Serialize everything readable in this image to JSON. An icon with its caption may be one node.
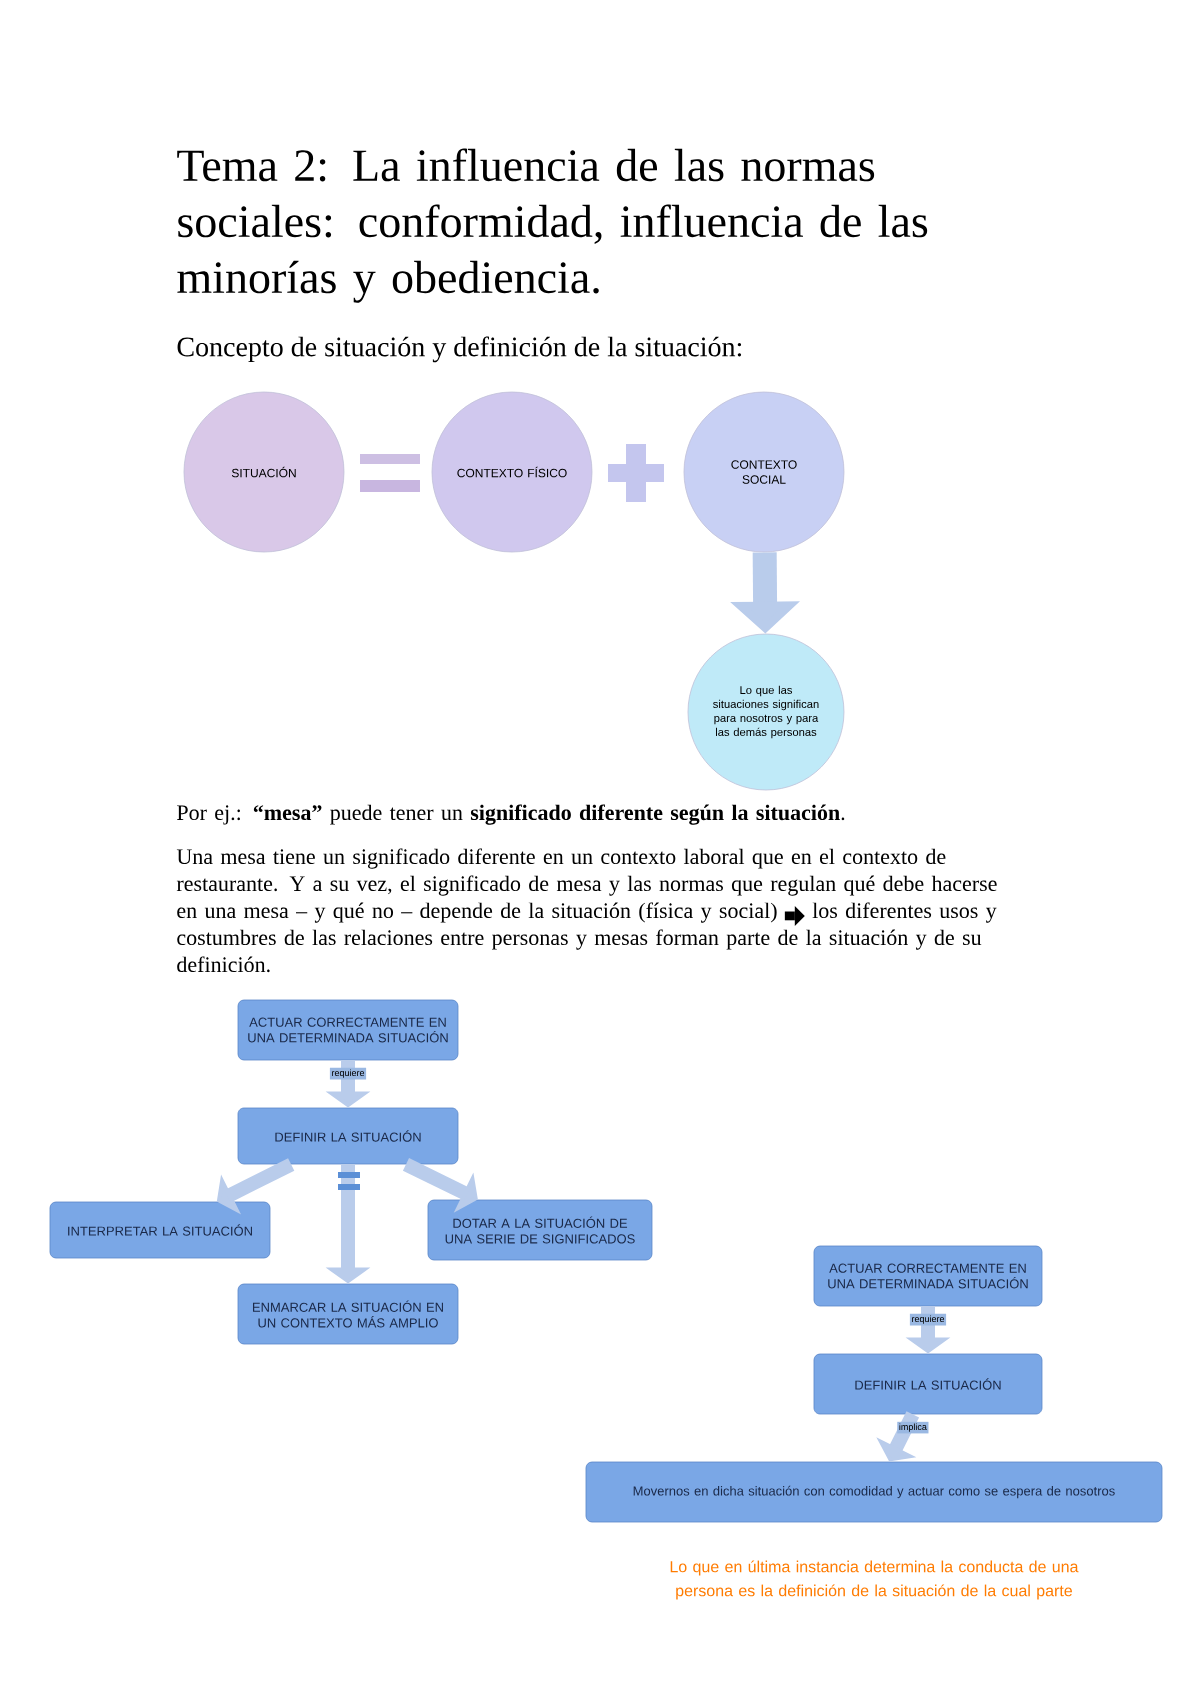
{
  "diagram": {
    "title": "Tema 2: La influencia de las normas sociales: conformidad, influencia de las minorías y obediencia.",
    "nodes": [
      {
        "text": [
          "SITUACIÓN"
        ]
      },
      {
        "text": [
          "CONTEXTO FÍSICO"
        ]
      },
      {
        "text": [
          "CONTEXTO SOCIAL"
        ]
      },
      {
        "text": [
          "Lo que las situaciones significan para nosotros y para las demás personas"
        ]
      },
      {
        "text": [
          "ACTUAR CORRECTAMENTE EN UNA DETERMINADA SITUACIÓN"
        ]
      },
      {
        "text": [
          "DEFINIR LA SITUACIÓN"
        ]
      },
      {
        "text": [
          "INTERPRETAR LA SITUACIÓN"
        ]
      },
      {
        "text": [
          "DOTAR A LA SITUACIÓN DE UNA SERIE DE SIGNIFICADOS"
        ]
      },
      {
        "text": [
          "ENMARCAR LA SITUACIÓN EN UN CONTEXTO MÁS AMPLIO"
        ]
      },
      {
        "text": [
          "ACTUAR CORRECTAMENTE EN UNA DETERMINADA SITUACIÓN"
        ]
      },
      {
        "text": [
          "DEFINIR LA SITUACIÓN"
        ]
      },
      {
        "text": [
          "Movernos en dicha situación con comodidad y actuar como se espera de nosotros"
        ]
      }
    ],
    "edges": [
      {
        "from": 2,
        "to": 3,
        "arrow": "to"
      },
      {
        "from": 4,
        "to": 5,
        "arrow": "to",
        "label": "requiere"
      },
      {
        "from": 5,
        "to": 6,
        "arrow": "to"
      },
      {
        "from": 5,
        "to": 7,
        "arrow": "to"
      },
      {
        "from": 5,
        "to": 8,
        "arrow": "to"
      },
      {
        "from": 9,
        "to": 10,
        "arrow": "to",
        "label": "requiere"
      },
      {
        "from": 10,
        "to": 11,
        "arrow": "to",
        "label": "implica"
      }
    ],
    "labels": [
      "Concepto de situación y definición de la situación:",
      "Por ej.: **“mesa”** puede tener un **significado diferente según la situación**.",
      "Una mesa tiene un significado diferente en un contexto laboral que en el contexto de restaurante. Y a su vez, el significado de mesa y las normas que regulan qué debe hacerse en una mesa – y qué no – depende de la situación (física y social)",
      "los diferentes usos y costumbres de las relaciones entre personas y mesas forman parte de la situación y de su definición.",
      "Lo que en última instancia determina la conducta de una persona es la definición de la situación de la cual parte"
    ]
  }
}
